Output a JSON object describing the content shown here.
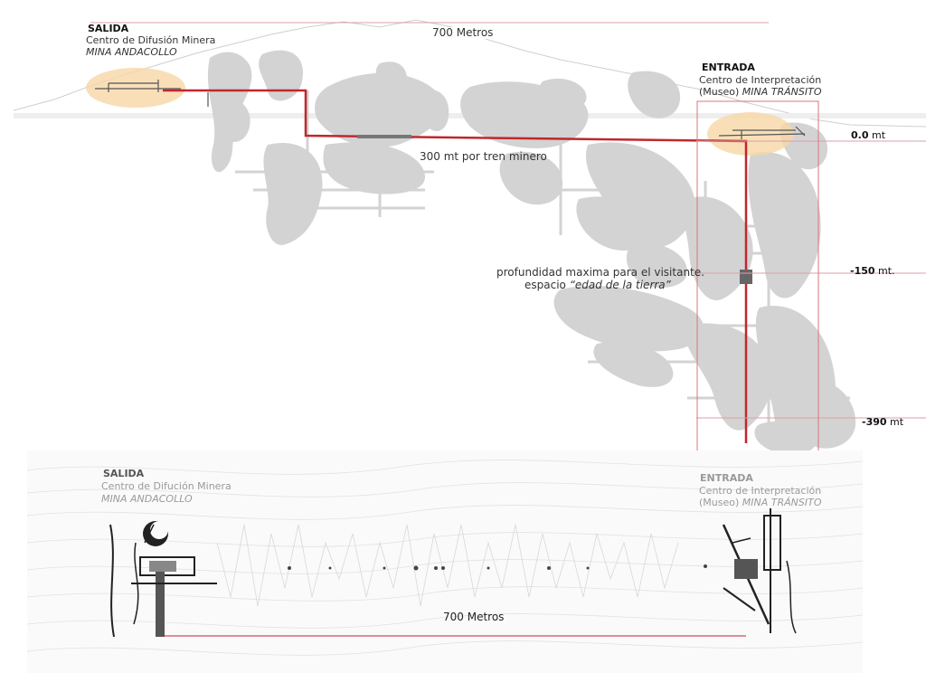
{
  "top": {
    "exit": {
      "title": "SALIDA",
      "line1": "Centro de Difusión Minera",
      "line2": "MINA ANDACOLLO"
    },
    "entry": {
      "title": "ENTRADA",
      "line1": "Centro de Interpretación",
      "line2a": "(Museo) ",
      "line2b": "MINA TRÁNSITO"
    },
    "distance_label": "700 Metros",
    "train_label": "300 mt por tren minero",
    "depth_note_line1": "profundidad maxima para el visitante.",
    "depth_note_line2a": "espacio ",
    "depth_note_line2b": "“edad de la tierra”",
    "levels": [
      {
        "value": "0.0",
        "unit": " mt"
      },
      {
        "value": "-150",
        "unit": " mt."
      },
      {
        "value": "-390",
        "unit": " mt"
      }
    ]
  },
  "bottom": {
    "exit": {
      "title": "SALIDA",
      "line1": "Centro de Difución Minera",
      "line2": "MINA ANDACOLLO"
    },
    "entry": {
      "title": "ENTRADA",
      "line1": "Centro de Interpretación",
      "line2a": "(Museo) ",
      "line2b": "MINA TRÁNSITO"
    },
    "distance_label": "700 Metros"
  },
  "colors": {
    "route": "#c0272d",
    "frame": "#d9747a",
    "tunnels": "#d3d3d3",
    "highlight": "#f6d7a6",
    "contours": "#e4e4e4"
  }
}
